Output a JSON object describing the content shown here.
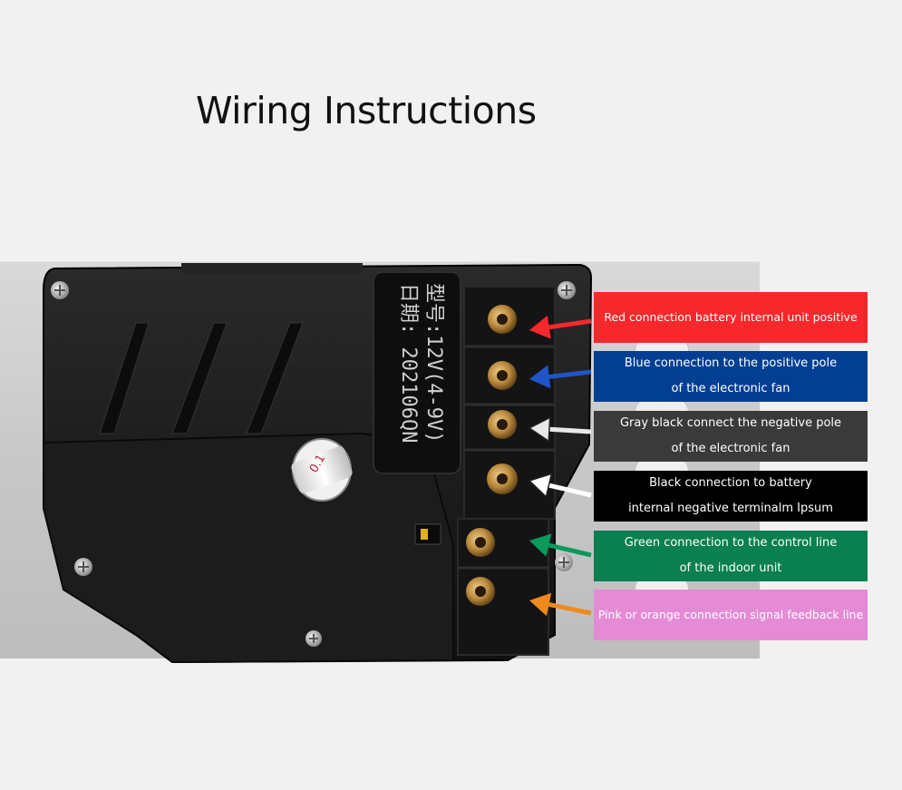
{
  "title": "Wiring Instructions",
  "device_marking": {
    "line1": "型号:12V(4-9V)",
    "line2": "日期: 202106QN"
  },
  "capacitor_marking": "0.1",
  "labels": [
    {
      "id": "red",
      "color": "#f7282c",
      "arrow_color": "#f7282c",
      "lines": [
        "Red connection battery internal unit positive"
      ]
    },
    {
      "id": "blue",
      "color": "#023f93",
      "arrow_color": "#1f55c8",
      "lines": [
        "Blue connection to the positive pole",
        "of the electronic fan"
      ]
    },
    {
      "id": "gray",
      "color": "#3a3a3a",
      "arrow_color": "#e8e8e8",
      "lines": [
        "Gray black connect the negative pole",
        "of the electronic fan"
      ]
    },
    {
      "id": "black",
      "color": "#000000",
      "arrow_color": "#ffffff",
      "lines": [
        "Black connection to battery",
        "internal negative terminalm Ipsum"
      ]
    },
    {
      "id": "green",
      "color": "#0a7f4f",
      "arrow_color": "#0a9a5c",
      "lines": [
        "Green connection to the control line",
        "of the indoor unit"
      ]
    },
    {
      "id": "pink",
      "color": "#e58bd6",
      "arrow_color": "#ee8a1e",
      "lines": [
        "Pink or orange connection signal feedback line"
      ]
    }
  ]
}
